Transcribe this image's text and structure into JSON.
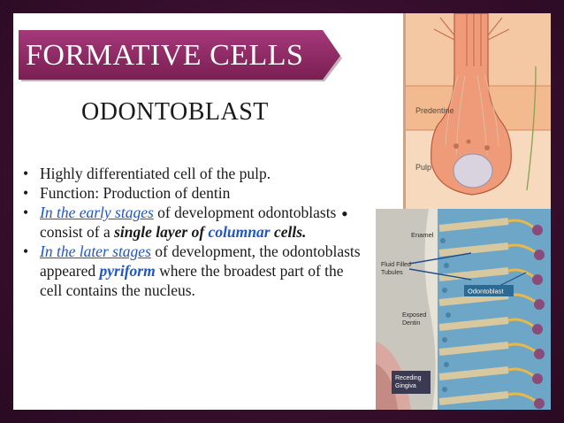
{
  "title": "FORMATIVE CELLS",
  "subtitle": "ODONTOBLAST",
  "bullets": [
    {
      "parts": [
        {
          "text": "Highly differentiated cell of the pulp.",
          "style": "plain"
        }
      ]
    },
    {
      "parts": [
        {
          "text": "Function: Production of dentin",
          "style": "plain"
        }
      ]
    },
    {
      "parts": [
        {
          "text": "In the early stages",
          "style": "blue-underline"
        },
        {
          "text": " of development odontoblasts  consist of a ",
          "style": "plain"
        },
        {
          "text": "single layer of ",
          "style": "bold-italic"
        },
        {
          "text": "columnar",
          "style": "blue-bold-italic"
        },
        {
          "text": " cells.",
          "style": "bold-italic"
        }
      ]
    },
    {
      "parts": [
        {
          "text": "In the later stages",
          "style": "blue-underline"
        },
        {
          "text": " of development, the odontoblasts  appeared ",
          "style": "plain"
        },
        {
          "text": "pyriform",
          "style": "blue-bold-italic"
        },
        {
          "text": " where the broadest part of the cell  contains the nucleus.",
          "style": "plain"
        }
      ]
    }
  ],
  "stray_mark": "•",
  "figure_top": {
    "labels": {
      "predentine": "Predentine",
      "pulp": "Pulp"
    }
  },
  "figure_bottom": {
    "labels": {
      "enamel": "Enamel",
      "fluid_filled_tubules": "Fluid Filled Tubules",
      "odontoblast": "Odontoblast",
      "exposed_dentin": "Exposed Dentin",
      "receding_gingiva": "Receding Gingiva"
    }
  },
  "colors": {
    "title_banner": "#8e2a62",
    "frame": "#3a1030",
    "accent_blue": "#1f57c3",
    "dentin": "#f3b98f",
    "pulp": "#ef9a78"
  }
}
